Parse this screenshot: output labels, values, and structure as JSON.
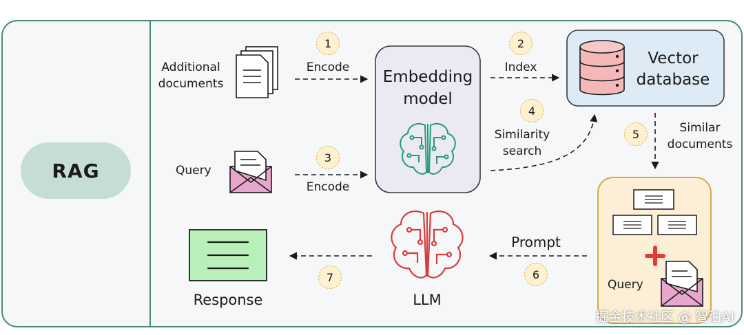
{
  "diagram": {
    "sidebar_label": "RAG",
    "inputs": {
      "documents_line1": "Additional",
      "documents_line2": "documents",
      "query": "Query"
    },
    "edges": {
      "encode_docs": "Encode",
      "encode_query": "Encode",
      "index": "Index",
      "similarity_line1": "Similarity",
      "similarity_line2": "search",
      "similar_line1": "Similar",
      "similar_line2": "documents",
      "prompt": "Prompt"
    },
    "embedding": {
      "line1": "Embedding",
      "line2": "model"
    },
    "vector_db": {
      "line1": "Vector",
      "line2": "database"
    },
    "context": {
      "query_label": "Query"
    },
    "llm": "LLM",
    "response": "Response",
    "steps": [
      "1",
      "2",
      "3",
      "4",
      "5",
      "6",
      "7"
    ]
  },
  "watermark": "掘金技术社区 @ 智泊AI",
  "colors": {
    "frame_border": "#4a8a76",
    "frame_bg": "#f5f7f8",
    "rag_pill": "#c5ddd4",
    "embedding_box": "#eae9f4",
    "vector_db_box": "#dcebf6",
    "context_box": "#fcefd6",
    "response_box": "#b9efb9",
    "llm_brain": "#d63c3c",
    "embed_brain": "#239a7c",
    "database": "#f4b8b8",
    "envelope": "#e8a6cf",
    "step_badge": "#fdf1cf",
    "plus": "#e43a3a"
  }
}
